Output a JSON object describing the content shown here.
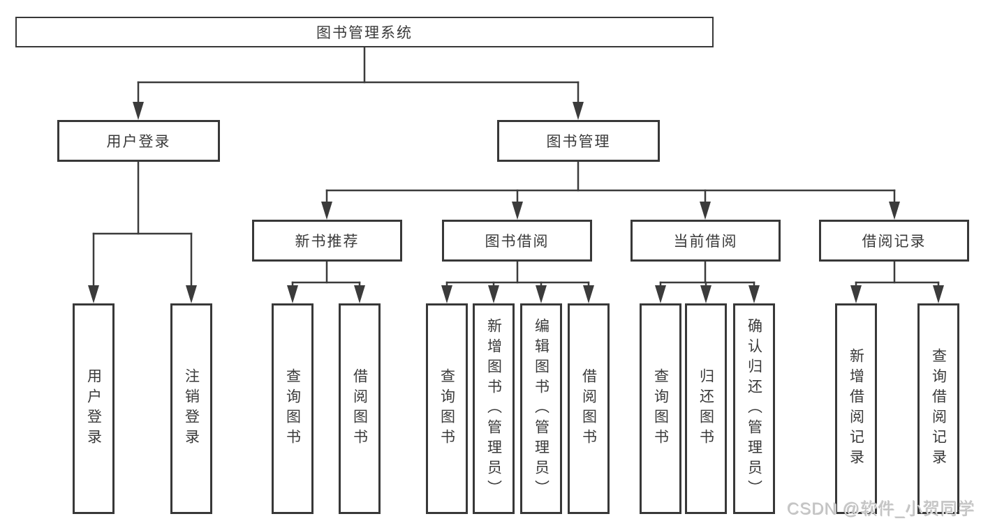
{
  "diagram": {
    "root": {
      "label": "图书管理系统"
    },
    "level2": [
      {
        "label": "用户登录"
      },
      {
        "label": "图书管理"
      }
    ],
    "level3": [
      {
        "label": "新书推荐"
      },
      {
        "label": "图书借阅"
      },
      {
        "label": "当前借阅"
      },
      {
        "label": "借阅记录"
      }
    ],
    "leaves": {
      "user_login": [
        "用户登录",
        "注销登录"
      ],
      "new_book": [
        "查询图书",
        "借阅图书"
      ],
      "book_borrow": [
        "查询图书",
        "新增图书（管理员）",
        "编辑图书（管理员）",
        "借阅图书"
      ],
      "current_borrow": [
        "查询图书",
        "归还图书",
        "确认归还（管理员）"
      ],
      "borrow_records": [
        "新增借阅记录",
        "查询借阅记录"
      ]
    }
  },
  "watermark": "CSDN @软件_小贺同学",
  "colors": {
    "line": "#3b3b3b",
    "box_border": "#383838",
    "text": "#3a3a3a",
    "background": "#ffffff",
    "watermark": "#c3c3c3"
  }
}
